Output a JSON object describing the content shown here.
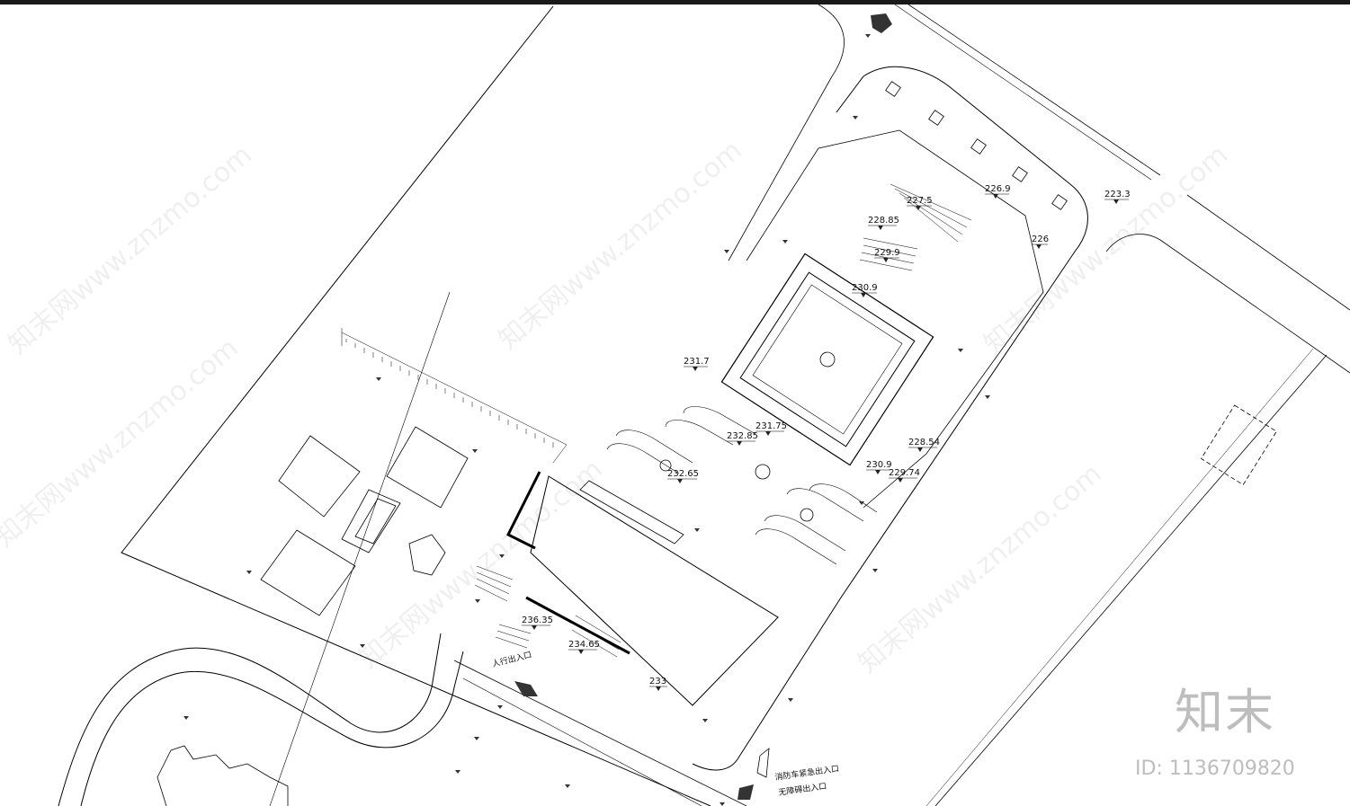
{
  "elevation_labels": [
    "227.5",
    "226.9",
    "223.3",
    "228.85",
    "226",
    "229.9",
    "230.9",
    "231.7",
    "231.75",
    "232.85",
    "232.65",
    "228.54",
    "230.9",
    "229.74",
    "236.35",
    "234.65",
    "233"
  ],
  "annotations": {
    "pedestrian_entrance": "人行出入口",
    "fire_truck_entrance": "消防车紧急出入口",
    "barrier_free_entrance": "无障碍出入口"
  },
  "watermarks": [
    "知末网www.znzmo.com",
    "知末网www.znzmo.com",
    "知末网www.znzmo.com",
    "知末网www.znzmo.com",
    "知末网www.znzmo.com",
    "知末网www.znzmo.com"
  ],
  "brand": {
    "logo_text": "知末",
    "id_text": "ID: 1136709820"
  },
  "colors": {
    "line": "#000000",
    "watermark": "#bdbdbd",
    "bar": "#1a1a1a"
  }
}
